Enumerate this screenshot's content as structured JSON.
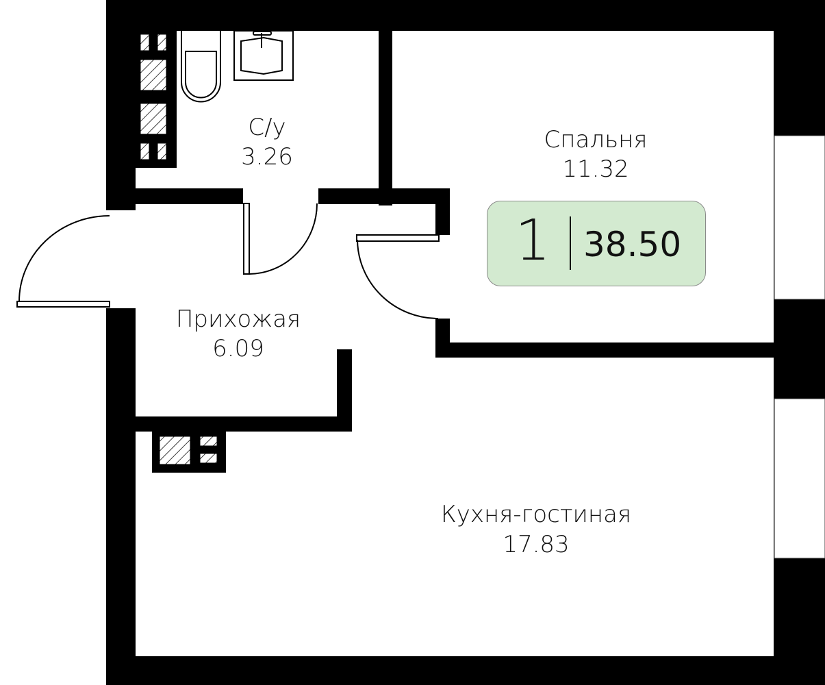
{
  "plan": {
    "rooms": [
      {
        "name": "С/у",
        "area": "3.26"
      },
      {
        "name": "Спальня",
        "area": "11.32"
      },
      {
        "name": "Прихожая",
        "area": "6.09"
      },
      {
        "name": "Кухня-гостиная",
        "area": "17.83"
      }
    ],
    "summary": {
      "rooms_count": "1",
      "total_area": "38.50"
    },
    "colors": {
      "wall": "#000000",
      "badge_bg": "#d3ead0"
    }
  }
}
